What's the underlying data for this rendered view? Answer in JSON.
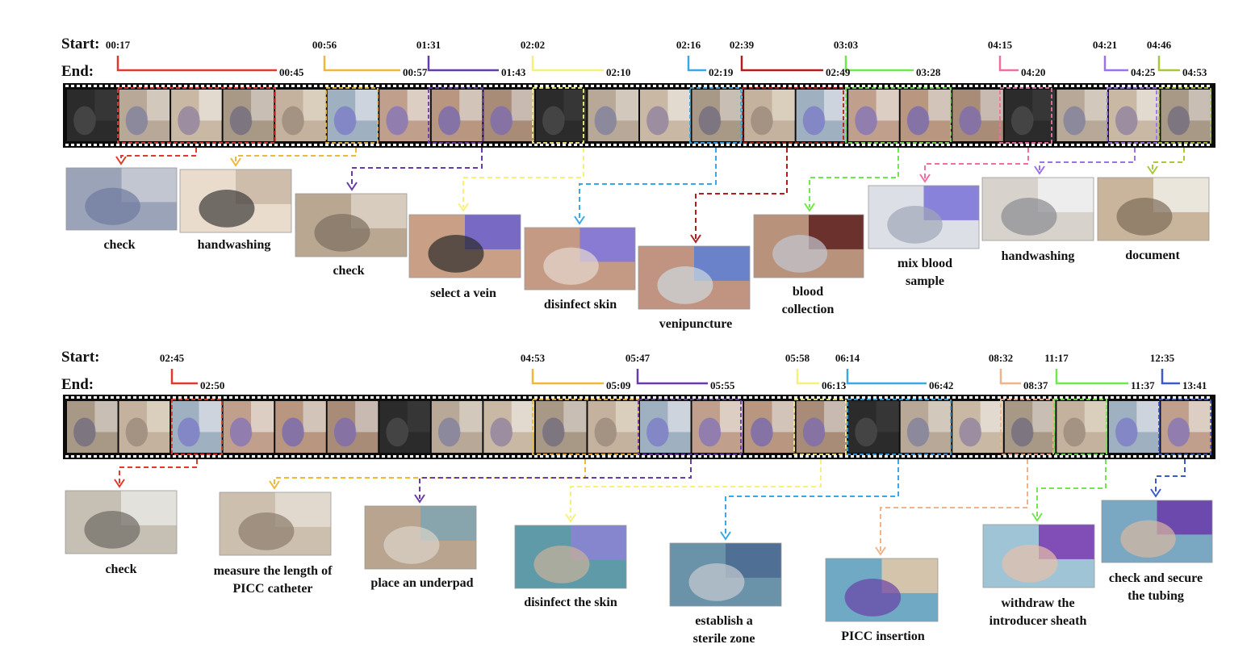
{
  "header_labels": {
    "start": "Start:",
    "end": "End:"
  },
  "colors": {
    "red": "#e03a2e",
    "orange": "#f0b83a",
    "purple": "#6a3aa8",
    "yellow": "#f7f07a",
    "sky": "#3aa7e6",
    "darkred": "#b01f1f",
    "green": "#6ee84a",
    "pink": "#ee6fa4",
    "lavender": "#9b72e8",
    "olive": "#a8c83a",
    "peach": "#f0b48a",
    "blue": "#3b5bc8"
  },
  "rows": [
    {
      "segments": [
        {
          "start": "00:17",
          "end": "00:45",
          "color": "red"
        },
        {
          "start": "00:56",
          "end": "00:57",
          "color": "orange"
        },
        {
          "start": "01:31",
          "end": "01:43",
          "color": "purple"
        },
        {
          "start": "02:02",
          "end": "02:10",
          "color": "yellow"
        },
        {
          "start": "02:16",
          "end": "02:19",
          "color": "sky"
        },
        {
          "start": "02:39",
          "end": "02:49",
          "color": "darkred"
        },
        {
          "start": "03:03",
          "end": "03:28",
          "color": "green"
        },
        {
          "start": "04:15",
          "end": "04:20",
          "color": "pink"
        },
        {
          "start": "04:21",
          "end": "04:25",
          "color": "lavender"
        },
        {
          "start": "04:46",
          "end": "04:53",
          "color": "olive"
        }
      ],
      "steps": [
        {
          "label": [
            "check"
          ],
          "color": "red"
        },
        {
          "label": [
            "handwashing"
          ],
          "color": "orange"
        },
        {
          "label": [
            "check"
          ],
          "color": "purple"
        },
        {
          "label": [
            "select a vein"
          ],
          "color": "yellow"
        },
        {
          "label": [
            "disinfect skin"
          ],
          "color": "sky"
        },
        {
          "label": [
            "venipuncture"
          ],
          "color": "darkred"
        },
        {
          "label": [
            "blood",
            "collection"
          ],
          "color": "green"
        },
        {
          "label": [
            "mix blood",
            "sample"
          ],
          "color": "pink"
        },
        {
          "label": [
            "handwashing"
          ],
          "color": "lavender"
        },
        {
          "label": [
            "document"
          ],
          "color": "olive"
        }
      ]
    },
    {
      "segments": [
        {
          "start": "02:45",
          "end": "02:50",
          "color": "red"
        },
        {
          "start": "04:53",
          "end": "05:09",
          "color": "orange"
        },
        {
          "start": "05:47",
          "end": "05:55",
          "color": "purple"
        },
        {
          "start": "05:58",
          "end": "06:13",
          "color": "yellow"
        },
        {
          "start": "06:14",
          "end": "06:42",
          "color": "sky"
        },
        {
          "start": "08:32",
          "end": "08:37",
          "color": "peach"
        },
        {
          "start": "11:17",
          "end": "11:37",
          "color": "green"
        },
        {
          "start": "12:35",
          "end": "13:41",
          "color": "blue"
        }
      ],
      "steps": [
        {
          "label": [
            "check"
          ],
          "color": "red"
        },
        {
          "label": [
            "measure the length of",
            "PICC catheter"
          ],
          "color": "orange"
        },
        {
          "label": [
            "place an underpad"
          ],
          "color": "purple"
        },
        {
          "label": [
            "disinfect the skin"
          ],
          "color": "yellow"
        },
        {
          "label": [
            "establish a",
            "sterile zone"
          ],
          "color": "sky"
        },
        {
          "label": [
            "PICC insertion"
          ],
          "color": "peach"
        },
        {
          "label": [
            "withdraw the",
            "introducer sheath"
          ],
          "color": "green"
        },
        {
          "label": [
            "check and secure",
            "the tubing"
          ],
          "color": "blue"
        }
      ]
    }
  ]
}
